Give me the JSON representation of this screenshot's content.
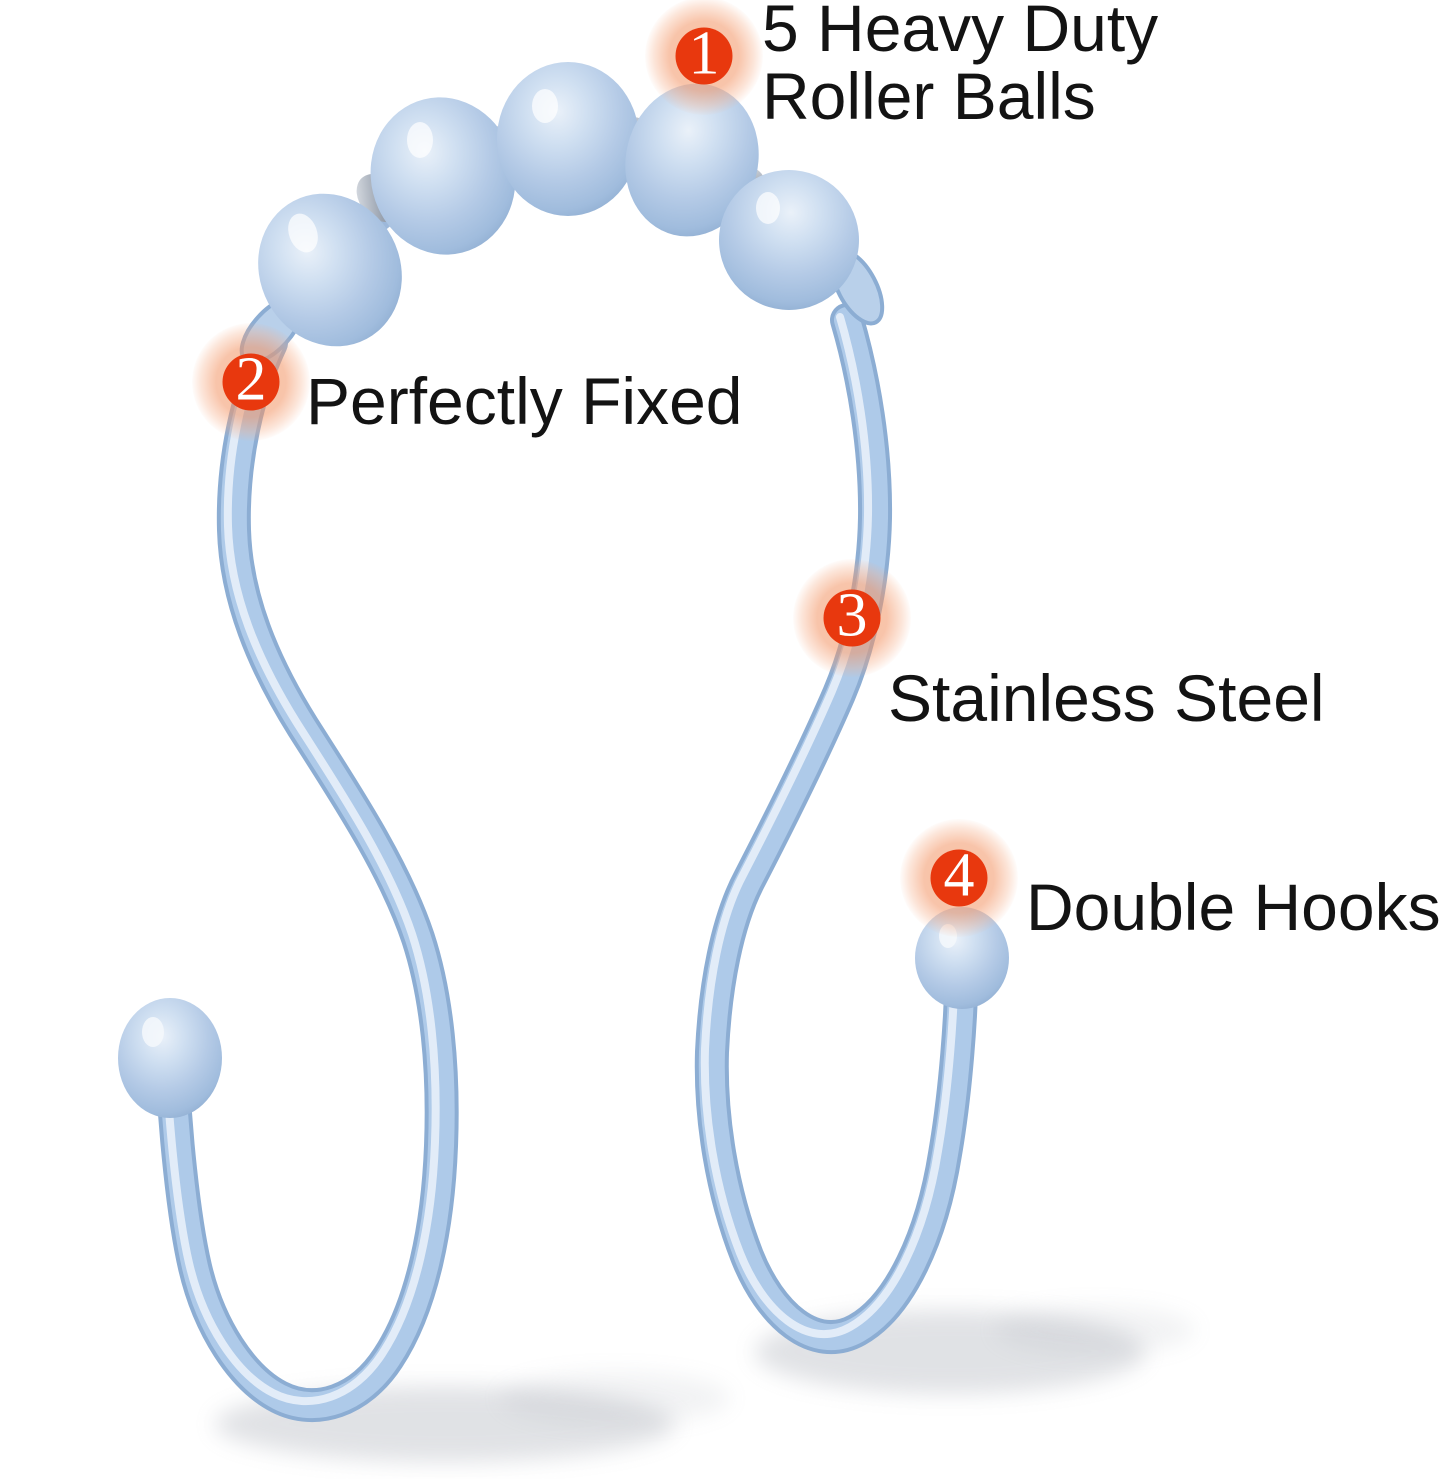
{
  "callouts": [
    {
      "number": "1",
      "lines": [
        "5 Heavy Duty",
        "Roller Balls"
      ]
    },
    {
      "number": "2",
      "lines": [
        "Perfectly Fixed"
      ]
    },
    {
      "number": "3",
      "lines": [
        "Stainless Steel"
      ]
    },
    {
      "number": "4",
      "lines": [
        "Double Hooks"
      ]
    }
  ],
  "colors": {
    "background": "#ffffff",
    "badge_red": "#e8380e",
    "badge_halo_peach": "#f39464",
    "badge_number": "#ffffff",
    "label_text": "#131313",
    "hook_blue": "#aec9e9",
    "hook_blue_dark": "#8cadd3",
    "hook_highlight": "#e8f0f9",
    "metal_silver": "#9aa3b0"
  }
}
